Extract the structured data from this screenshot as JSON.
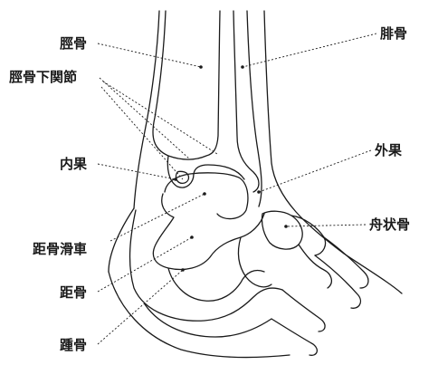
{
  "labels": {
    "tibia": "脛骨",
    "fibula": "腓骨",
    "inferior_articular_surface": "脛骨下関節",
    "medial_malleolus": "内果",
    "lateral_malleolus": "外果",
    "trochlea_of_talus": "距骨滑車",
    "navicular": "舟状骨",
    "talus": "距骨",
    "calcaneus": "踵骨"
  }
}
